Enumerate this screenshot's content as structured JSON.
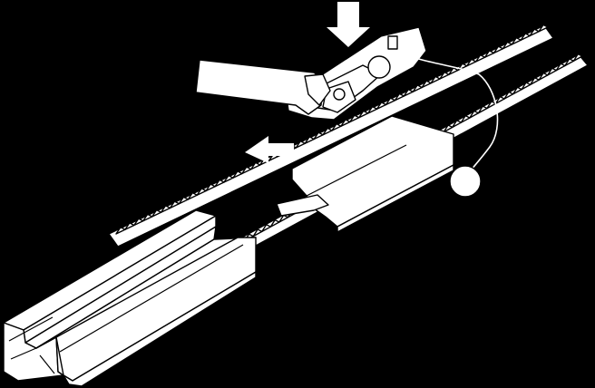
{
  "figure": {
    "kind": "isometric assembly illustration",
    "colors": {
      "background": "#000000",
      "ink": "#ffffff",
      "line": "#000000"
    },
    "parts": [
      "push-down-arrow",
      "slide-direction-arrow",
      "rail-channel",
      "toothed-rack-upper",
      "toothed-rack-lower",
      "carriage-block",
      "release-latch-plate",
      "hand-pressing",
      "release-cord",
      "pull-knob"
    ]
  }
}
